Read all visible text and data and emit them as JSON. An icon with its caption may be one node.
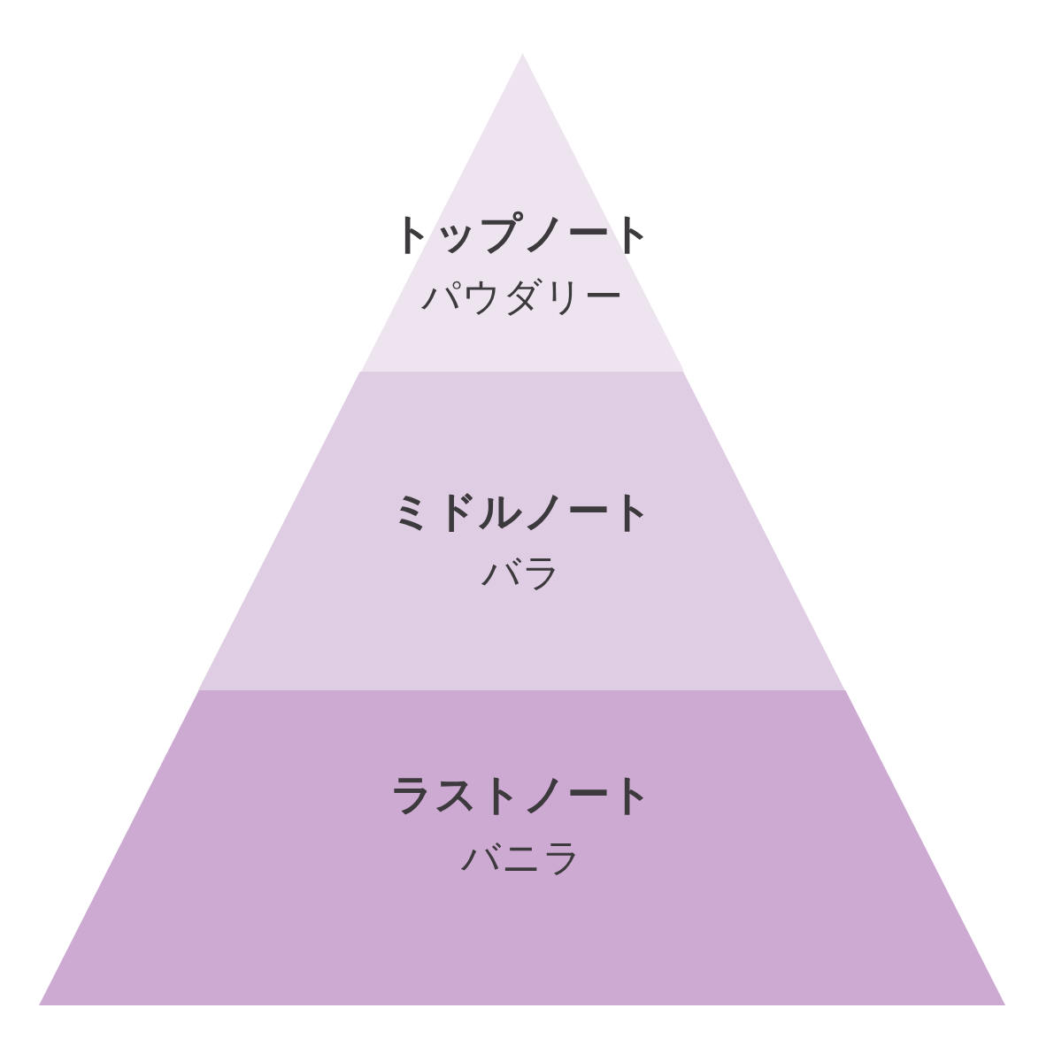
{
  "diagram": {
    "nodes": [
      {
        "text": [
          "トップノート",
          "パウダリー"
        ]
      },
      {
        "text": [
          "ミドルノート",
          "バラ"
        ]
      },
      {
        "text": [
          "ラストノート",
          "バニラ"
        ]
      }
    ]
  }
}
